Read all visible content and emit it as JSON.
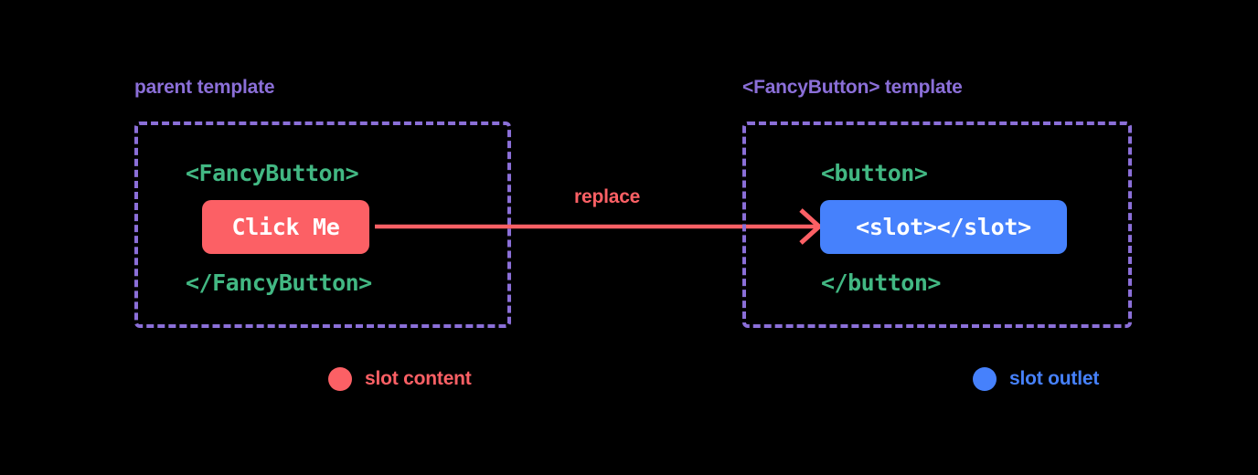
{
  "diagram": {
    "background_color": "#000000",
    "title_color": "#8B6FD8",
    "code_color": "#42B883",
    "slot_content_color": "#FC6065",
    "slot_outlet_color": "#4681FC",
    "panels": {
      "parent": {
        "title": "parent template",
        "code_open": "<FancyButton>",
        "code_close": "</FancyButton>",
        "chip_label": "Click Me"
      },
      "fancy": {
        "title": "<FancyButton> template",
        "code_open": "<button>",
        "code_close": "</button>",
        "chip_label": "<slot></slot>"
      }
    },
    "arrow": {
      "label": "replace",
      "icon": "arrow-right-icon",
      "color": "#FC6065"
    },
    "legend": [
      {
        "label": "slot content",
        "color": "#FC6065",
        "icon": "circle-icon"
      },
      {
        "label": "slot outlet",
        "color": "#4681FC",
        "icon": "circle-icon"
      }
    ]
  }
}
